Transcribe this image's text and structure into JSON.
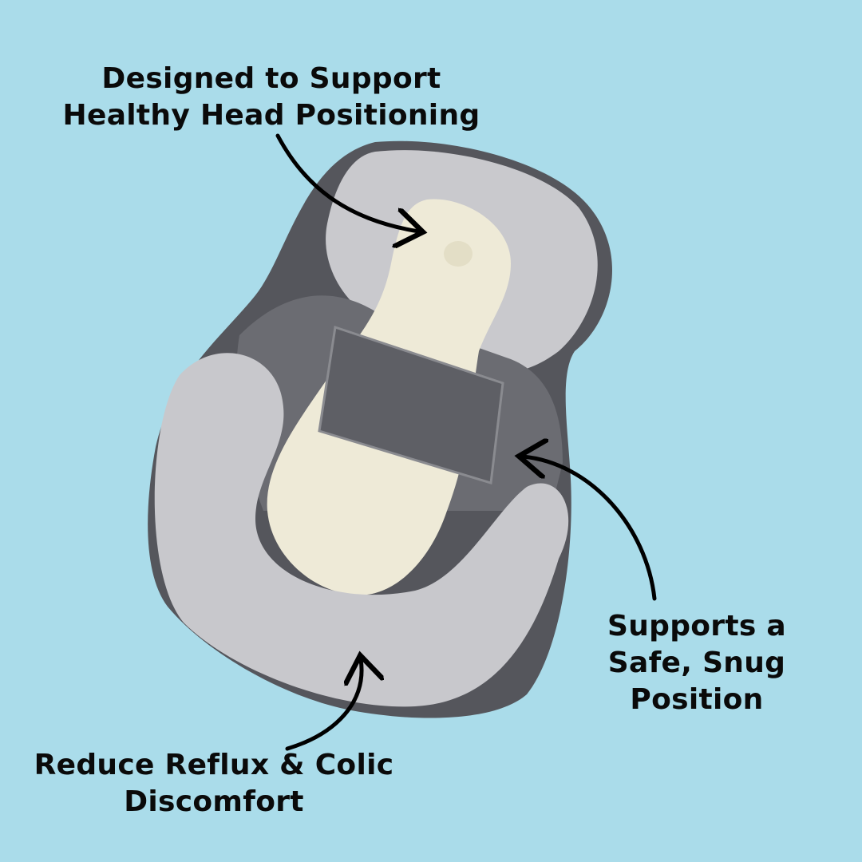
{
  "background_color": "#aadcea",
  "product": {
    "name_icon": "baby-positioning-pillow-image"
  },
  "callouts": {
    "head": {
      "line1": "Designed to Support",
      "line2": "Healthy Head Positioning"
    },
    "snug": {
      "line1": "Supports a",
      "line2": "Safe, Snug",
      "line3": "Position"
    },
    "reflux": {
      "line1": "Reduce Reflux & Colic",
      "line2": "Discomfort"
    }
  }
}
